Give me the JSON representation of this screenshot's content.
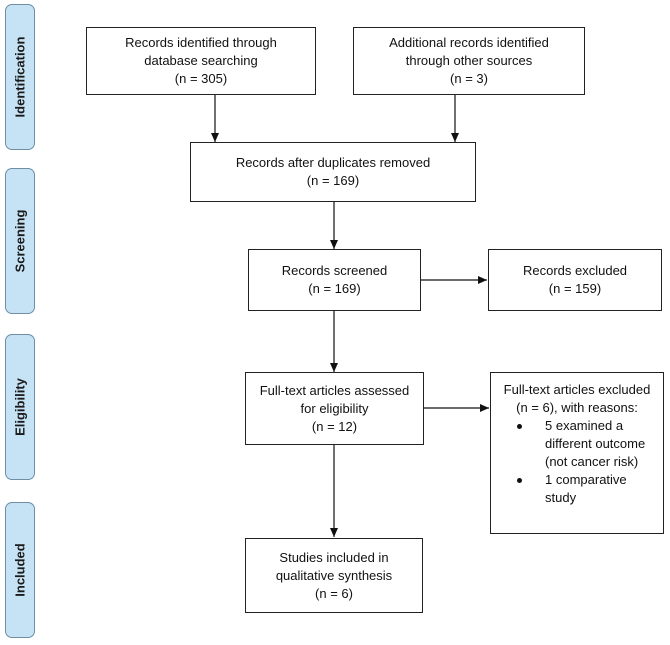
{
  "stages": {
    "identification": "Identification",
    "screening": "Screening",
    "eligibility": "Eligibility",
    "included": "Included"
  },
  "boxes": {
    "database": {
      "lines": [
        "Records identified through",
        "database searching",
        "(n = 305)"
      ]
    },
    "other_sources": {
      "lines": [
        "Additional records identified",
        "through other sources",
        "(n = 3)"
      ]
    },
    "duplicates_removed": {
      "lines": [
        "Records after duplicates removed",
        "(n = 169)"
      ]
    },
    "screened": {
      "lines": [
        "Records screened",
        "(n = 169)"
      ]
    },
    "excluded": {
      "lines": [
        "Records excluded",
        "(n = 159)"
      ]
    },
    "fulltext_assessed": {
      "lines": [
        "Full-text articles assessed",
        "for eligibility",
        "(n = 12)"
      ]
    },
    "fulltext_excluded": {
      "lines": [
        "Full-text articles excluded",
        "(n = 6), with reasons:"
      ],
      "reasons": [
        {
          "lines": [
            "5 examined a",
            "different outcome",
            "(not cancer risk)"
          ]
        },
        {
          "lines": [
            "1 comparative",
            "study"
          ]
        }
      ]
    },
    "included": {
      "lines": [
        "Studies included in",
        "qualitative synthesis",
        "(n = 6)"
      ]
    }
  },
  "colors": {
    "stage_fill": "#c6e3f5",
    "stage_border": "#6f8ea3",
    "line": "#111111"
  }
}
